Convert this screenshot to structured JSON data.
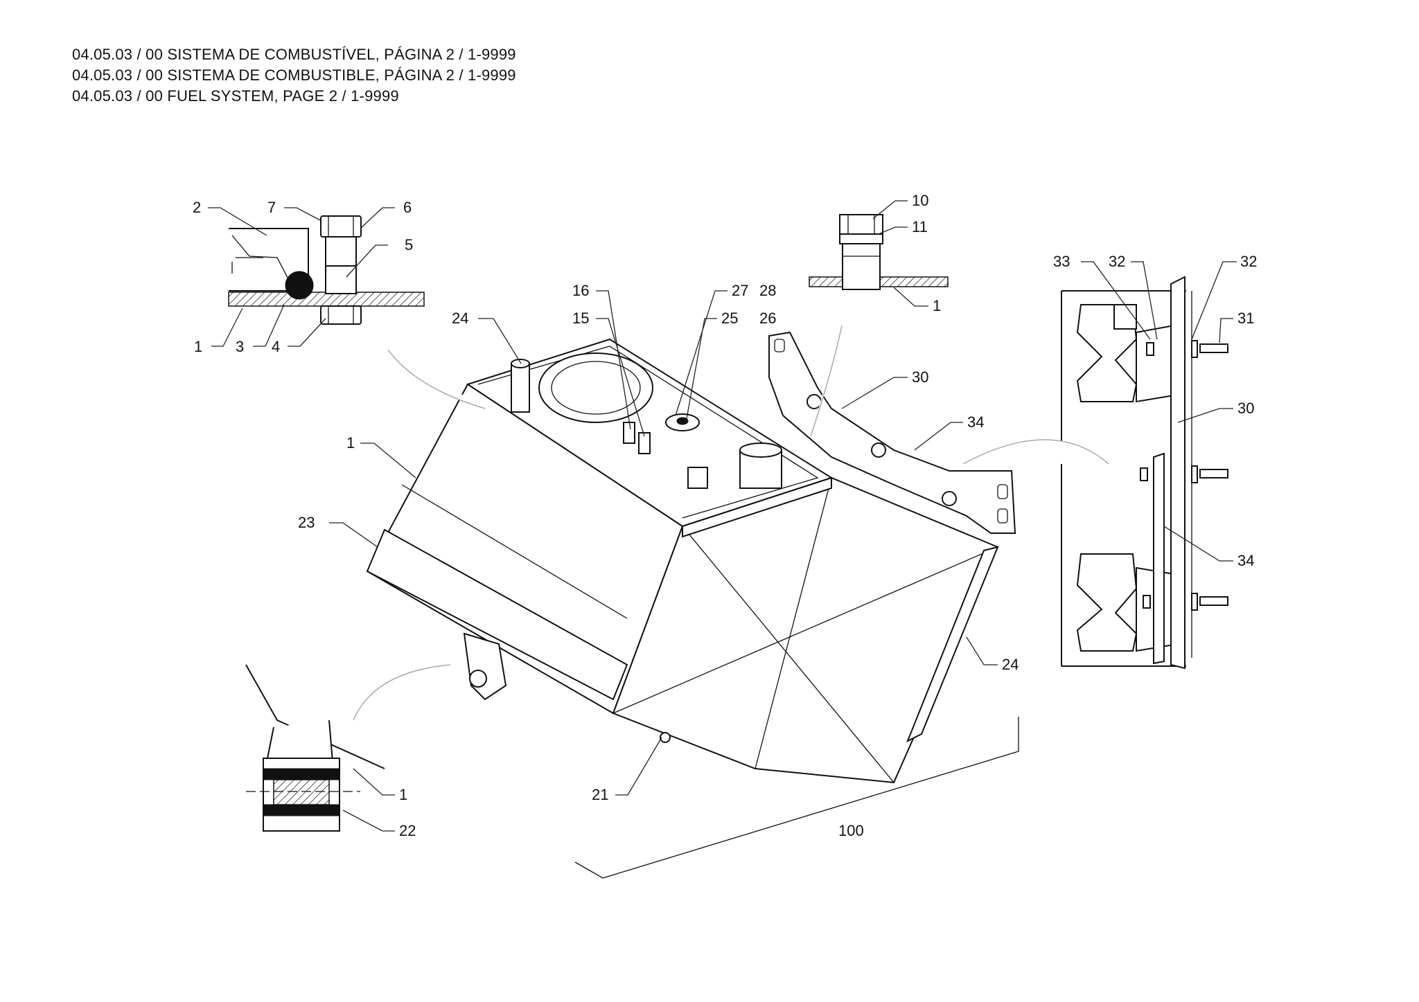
{
  "header": {
    "line1": "04.05.03 / 00 SISTEMA DE COMBUSTÍVEL, PÁGINA 2 / 1-9999",
    "line2": "04.05.03 / 00 SISTEMA DE COMBUSTIBLE, PÁGINA 2 / 1-9999",
    "line3": "04.05.03 / 00 FUEL SYSTEM, PAGE 2 / 1-9999"
  },
  "callouts": {
    "c1a": "1",
    "c2": "2",
    "c3": "3",
    "c4": "4",
    "c5": "5",
    "c6": "6",
    "c7": "7",
    "c10": "10",
    "c11": "11",
    "c1b": "1",
    "c16": "16",
    "c15": "15",
    "c24a": "24",
    "c27": "27",
    "c28": "28",
    "c25": "25",
    "c26": "26",
    "c30a": "30",
    "c34a": "34",
    "c1c": "1",
    "c23": "23",
    "c24b": "24",
    "c21": "21",
    "c100": "100",
    "c1d": "1",
    "c22": "22",
    "c33": "33",
    "c32a": "32",
    "c32b": "32",
    "c31": "31",
    "c30b": "30",
    "c34b": "34"
  }
}
